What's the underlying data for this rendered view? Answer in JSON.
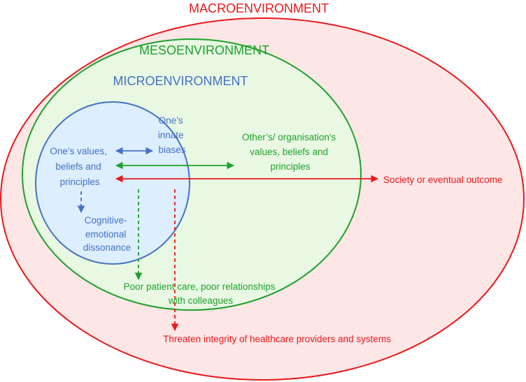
{
  "colors": {
    "macro": "#e8191c",
    "macro_fill": "#fde6e6",
    "meso": "#1fa12c",
    "meso_fill": "#e9f8e3",
    "micro": "#4472c4",
    "micro_fill": "#ddeefe"
  },
  "environments": {
    "macro": "MACROENVIRONMENT",
    "meso": "MESOENVIRONMENT",
    "micro": "MICROENVIRONMENT"
  },
  "nodes": {
    "ones_values": [
      "One’s values,",
      "beliefs and",
      "principles"
    ],
    "innate_biases": [
      "One’s",
      "innate",
      "biases"
    ],
    "cognitive_dissonance": [
      "Cognitive-",
      "emotional",
      "dissonance"
    ],
    "others_values": [
      "Other’s/ organisation's",
      "values, beliefs and",
      "principles"
    ],
    "society": [
      "Society or eventual outcome"
    ],
    "poor_care": [
      "Poor patient care, poor relationships",
      "with colleagues"
    ],
    "threaten_integrity": [
      "Threaten integrity of healthcare providers and systems"
    ]
  }
}
